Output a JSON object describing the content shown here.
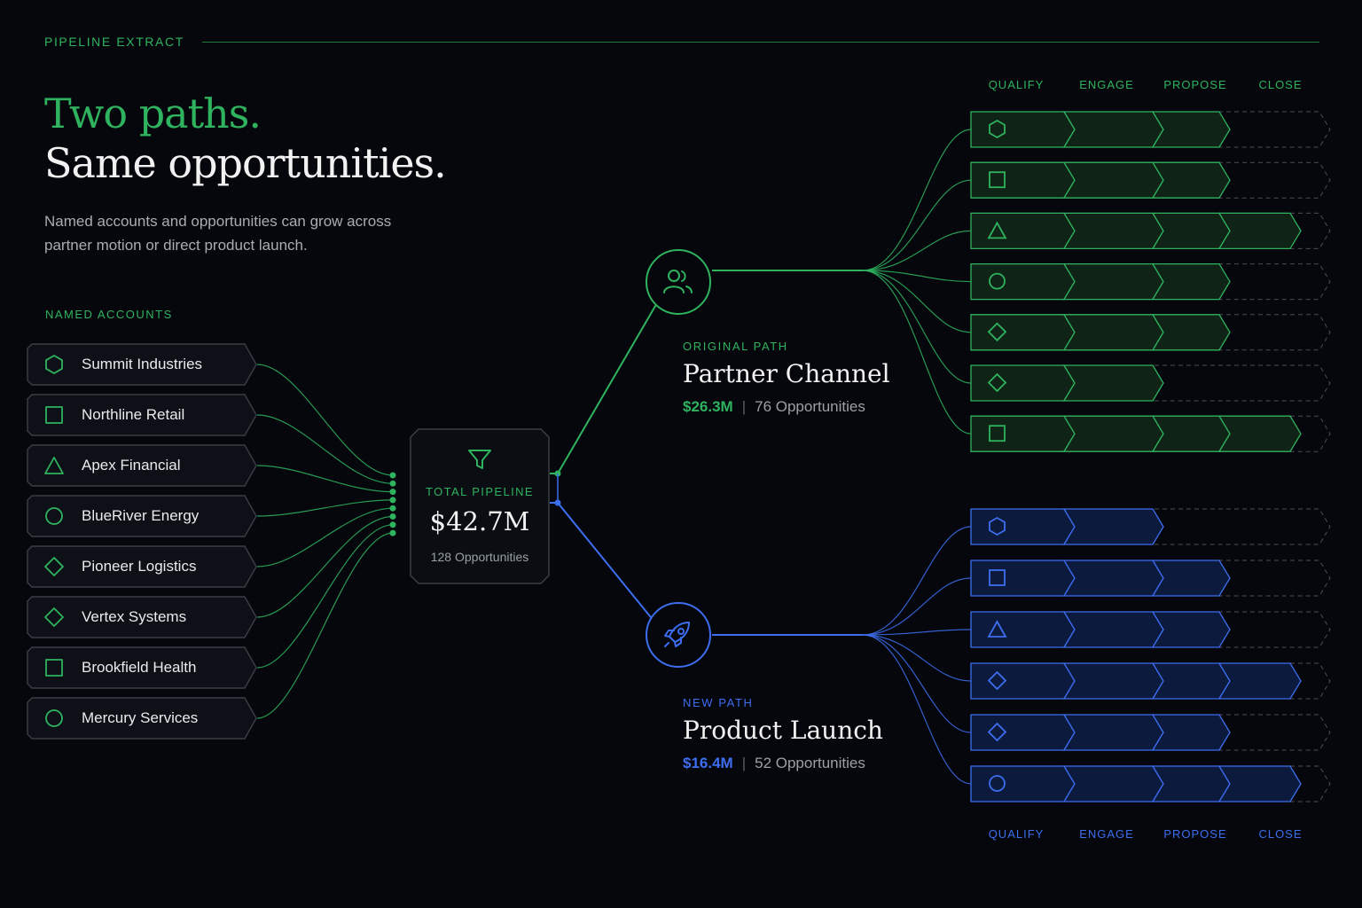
{
  "header": {
    "eyebrow": "PIPELINE EXTRACT"
  },
  "hero": {
    "title_line1": "Two paths.",
    "title_line2": "Same opportunities.",
    "subtitle": "Named accounts and opportunities can grow across partner motion or direct product launch."
  },
  "accounts": {
    "label": "NAMED ACCOUNTS",
    "items": [
      {
        "name": "Summit Industries",
        "icon": "hexagon-icon"
      },
      {
        "name": "Northline Retail",
        "icon": "square-icon"
      },
      {
        "name": "Apex Financial",
        "icon": "triangle-icon"
      },
      {
        "name": "BlueRiver Energy",
        "icon": "circle-icon"
      },
      {
        "name": "Pioneer Logistics",
        "icon": "diamond-icon"
      },
      {
        "name": "Vertex Systems",
        "icon": "diamond-icon"
      },
      {
        "name": "Brookfield Health",
        "icon": "square-icon"
      },
      {
        "name": "Mercury Services",
        "icon": "circle-icon"
      }
    ]
  },
  "total": {
    "icon": "funnel-icon",
    "label": "TOTAL PIPELINE",
    "value": "$42.7M",
    "count": "128 Opportunities"
  },
  "paths": {
    "partner": {
      "icon": "users-icon",
      "eyebrow": "ORIGINAL PATH",
      "title": "Partner Channel",
      "amount": "$26.3M",
      "separator": "|",
      "count": "76 Opportunities",
      "color": "#2fb35e",
      "rows": [
        {
          "icon": "hexagon-icon",
          "stages_filled": 3
        },
        {
          "icon": "square-icon",
          "stages_filled": 3
        },
        {
          "icon": "triangle-icon",
          "stages_filled": 4
        },
        {
          "icon": "circle-icon",
          "stages_filled": 3
        },
        {
          "icon": "diamond-icon",
          "stages_filled": 3
        },
        {
          "icon": "diamond-icon",
          "stages_filled": 2
        },
        {
          "icon": "square-icon",
          "stages_filled": 4
        }
      ]
    },
    "launch": {
      "icon": "rocket-icon",
      "eyebrow": "NEW PATH",
      "title": "Product Launch",
      "amount": "$16.4M",
      "separator": "|",
      "count": "52 Opportunities",
      "color": "#3d6ef0",
      "rows": [
        {
          "icon": "hexagon-icon",
          "stages_filled": 2
        },
        {
          "icon": "square-icon",
          "stages_filled": 3
        },
        {
          "icon": "triangle-icon",
          "stages_filled": 3
        },
        {
          "icon": "diamond-icon",
          "stages_filled": 4
        },
        {
          "icon": "diamond-icon",
          "stages_filled": 3
        },
        {
          "icon": "circle-icon",
          "stages_filled": 4
        }
      ]
    }
  },
  "stages": [
    "QUALIFY",
    "ENGAGE",
    "PROPOSE",
    "CLOSE"
  ]
}
